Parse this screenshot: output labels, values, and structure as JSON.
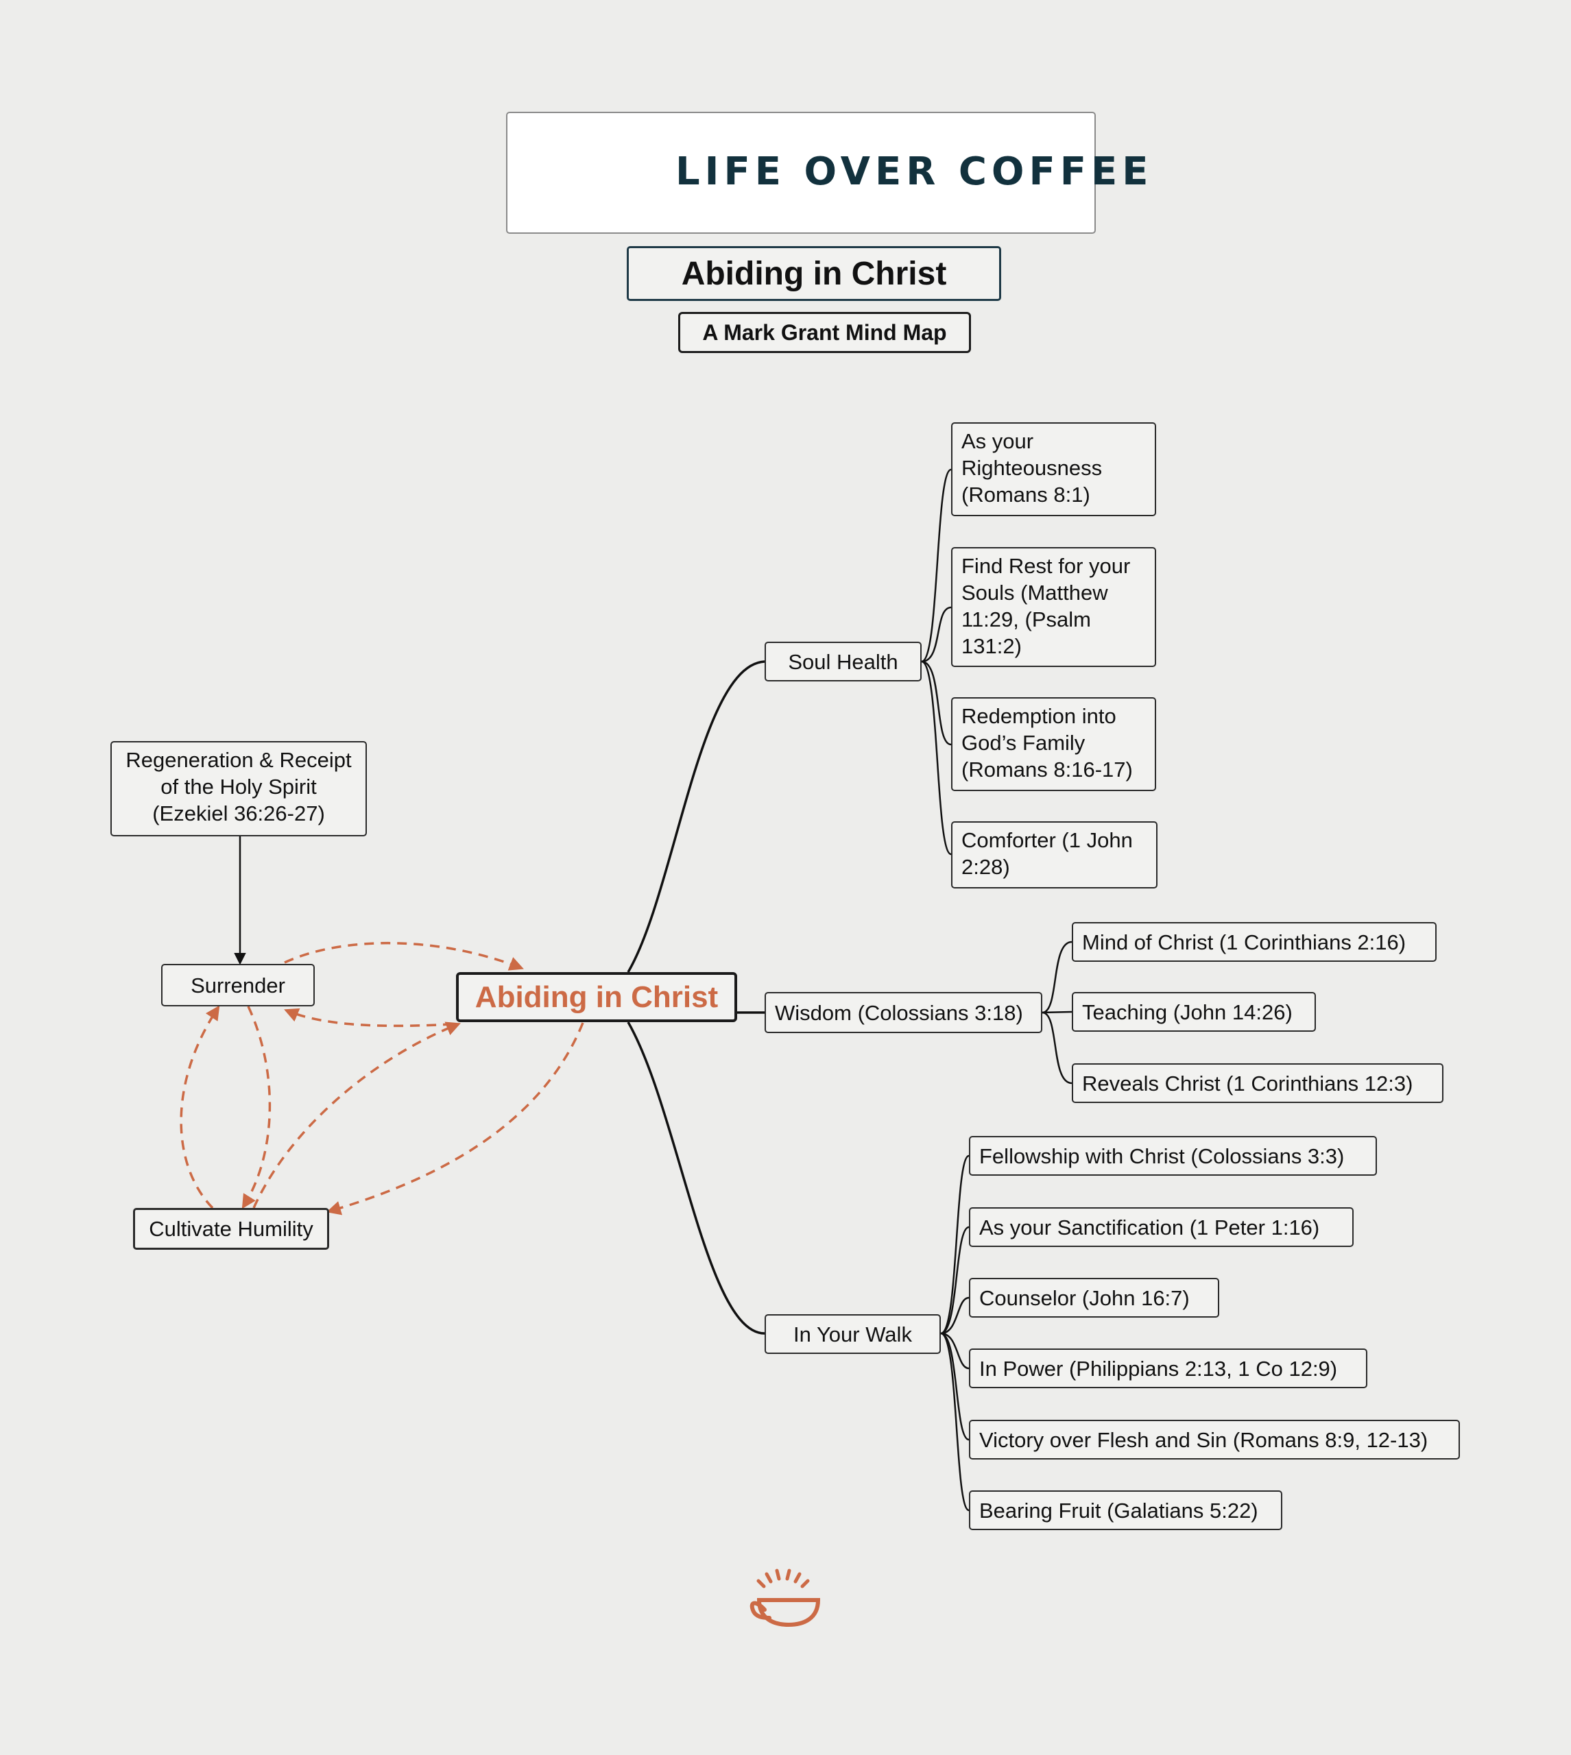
{
  "header": {
    "brand_name": "LIFE OVER COFFEE",
    "logo_icon": "coffee-cup-sunrise-icon",
    "title": "Abiding in Christ",
    "subtitle": "A Mark Grant Mind Map"
  },
  "colors": {
    "accent": "#cc6a45",
    "brand_text": "#12313d",
    "background": "#ededeb",
    "line": "#111111"
  },
  "central": {
    "label": "Abiding in Christ"
  },
  "branches": {
    "soul_health": {
      "label": "Soul Health",
      "items": [
        "As your\nRighteousness\n(Romans 8:1)",
        "Find Rest for your\nSouls (Matthew\n11:29, (Psalm\n131:2)",
        "Redemption into\nGod’s Family\n(Romans 8:16-17)",
        "Comforter (1 John\n2:28)"
      ]
    },
    "wisdom": {
      "label": "Wisdom (Colossians 3:18)",
      "items": [
        "Mind of Christ (1 Corinthians 2:16)",
        "Teaching (John 14:26)",
        "Reveals Christ (1 Corinthians 12:3)"
      ]
    },
    "walk": {
      "label": "In Your Walk",
      "items": [
        "Fellowship with Christ (Colossians 3:3)",
        "As your Sanctification (1 Peter 1:16)",
        "Counselor (John 16:7)",
        "In Power (Philippians 2:13, 1 Co 12:9)",
        "Victory over Flesh and Sin (Romans 8:9, 12-13)",
        "Bearing Fruit (Galatians 5:22)"
      ]
    }
  },
  "left_nodes": {
    "regeneration": "Regeneration & Receipt\nof the Holy Spirit\n(Ezekiel 36:26-27)",
    "surrender": "Surrender",
    "humility": "Cultivate Humility"
  },
  "footer": {
    "logo_icon": "coffee-cup-sunrise-icon"
  }
}
